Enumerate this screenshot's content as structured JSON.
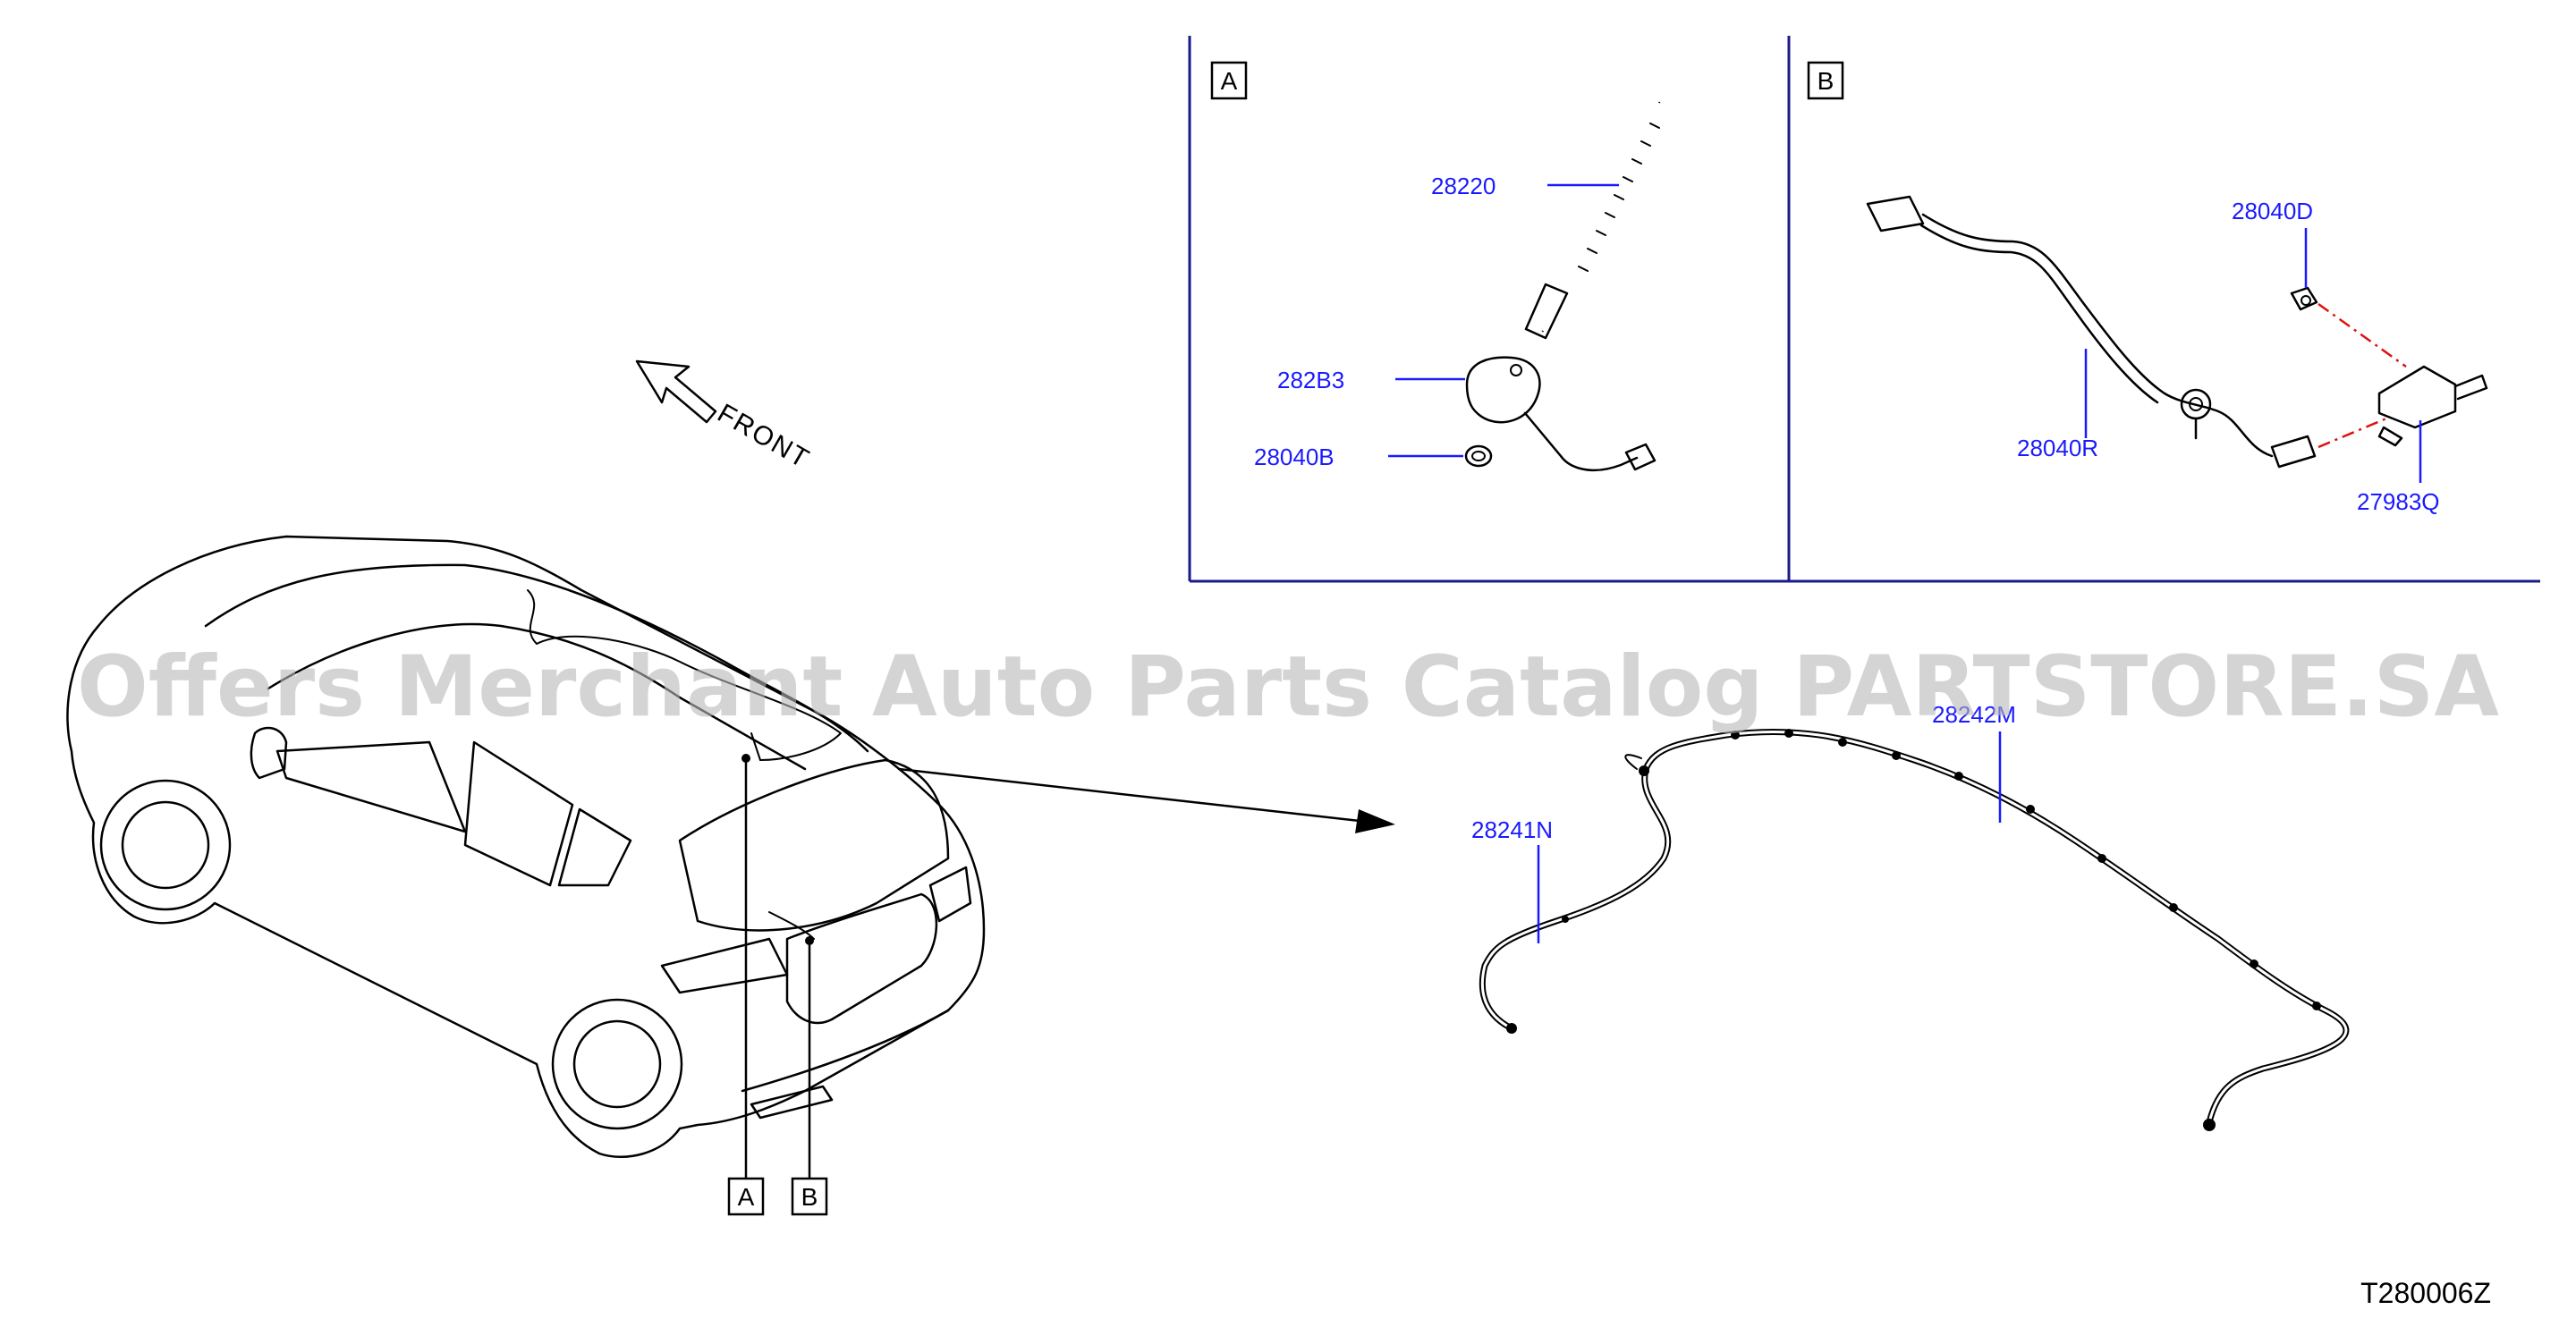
{
  "diagram": {
    "panel_a_label": "A",
    "panel_b_label": "B",
    "front_label": "FRONT",
    "parts": {
      "antenna_rod": "28220",
      "antenna_base": "282B3",
      "grommet": "28040B",
      "cable_r": "28040R",
      "clip": "28040D",
      "bracket": "27983Q",
      "harness_n": "28241N",
      "harness_m": "28242M"
    },
    "car_callout_a": "A",
    "car_callout_b": "B",
    "diagram_code": "T280006Z",
    "watermark": "Offers Merchant Auto Parts Catalog PARTSTORE.SA"
  },
  "colors": {
    "part_label": "#1a1aff",
    "panel_border": "#1a1a8c",
    "dashed_connector": "#e01010",
    "watermark": "#b8b8b8"
  }
}
